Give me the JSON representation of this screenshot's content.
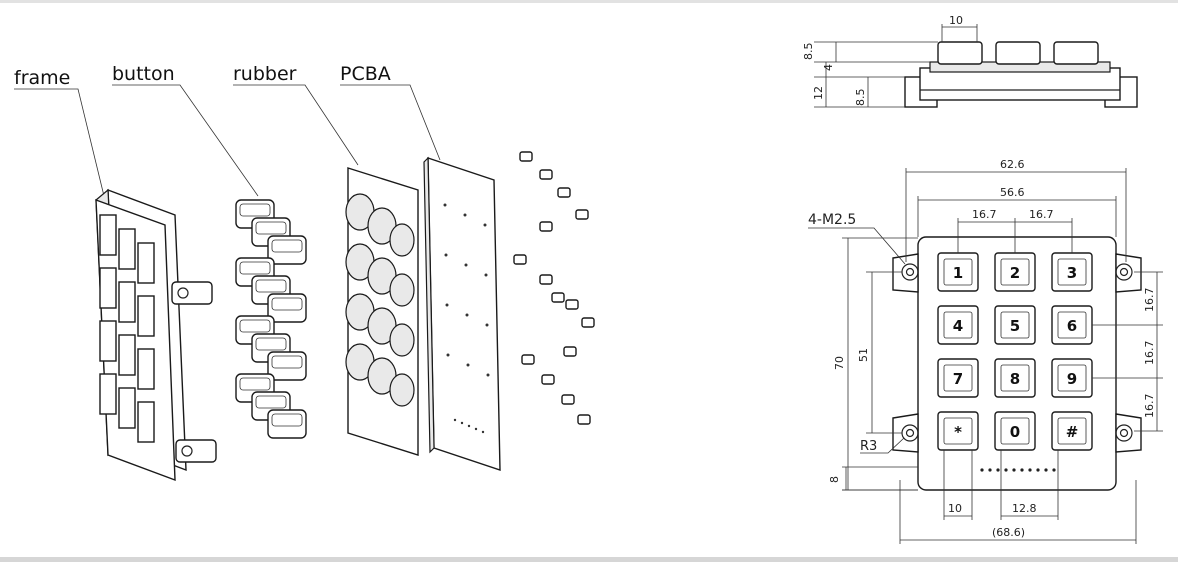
{
  "labels": {
    "frame": "frame",
    "button": "button",
    "rubber": "rubber",
    "pcba": "PCBA"
  },
  "side_view_dims": {
    "button_width": "10",
    "total_height": "8.5",
    "button_height": "4",
    "body_height": "12",
    "frame_height": "8.5"
  },
  "front_view_dims": {
    "overall_width": "62.6",
    "hole_pitch_width": "56.6",
    "key_pitch_1": "16.7",
    "key_pitch_2": "16.7",
    "mount_holes": "4-M2.5",
    "overall_height": "70",
    "hole_pitch_height": "51",
    "row_pitch_1": "16.7",
    "row_pitch_2": "16.7",
    "row_pitch_3": "16.7",
    "corner_radius": "R3",
    "bottom_margin": "8",
    "key_size": "10",
    "key_gap": "12.8",
    "ref_width": "(68.6)"
  },
  "keypad_keys": [
    "1",
    "2",
    "3",
    "4",
    "5",
    "6",
    "7",
    "8",
    "9",
    "*",
    "0",
    "#"
  ]
}
